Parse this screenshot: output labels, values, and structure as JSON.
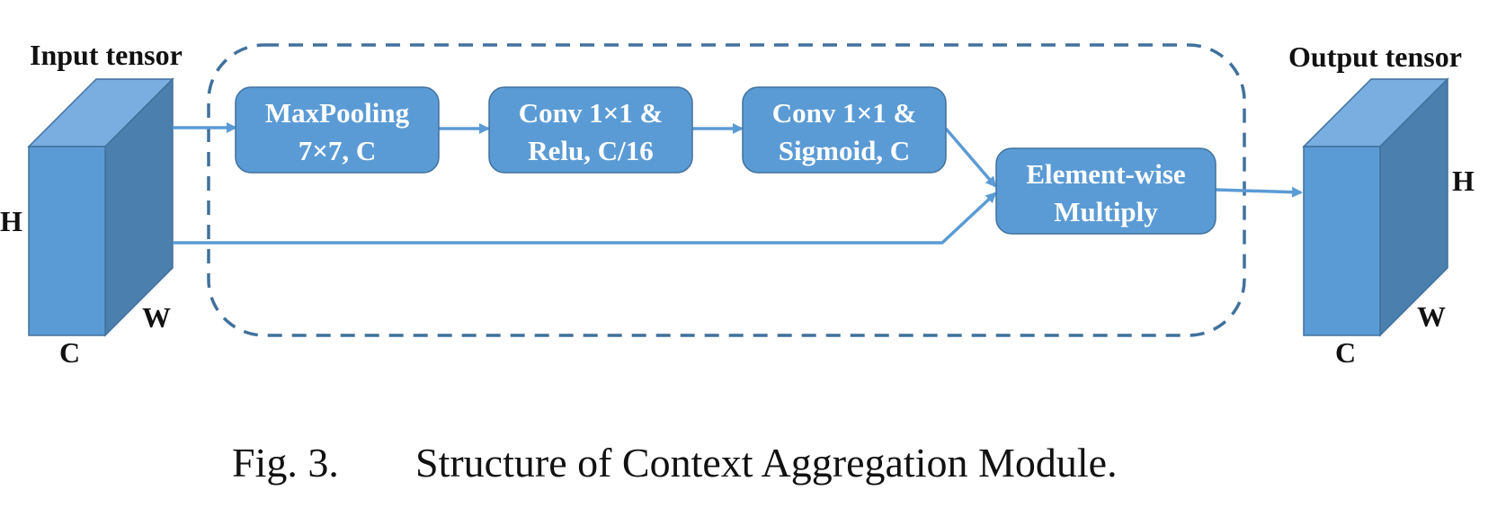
{
  "colors": {
    "box_fill": "#5b9bd5",
    "box_stroke": "#41719c",
    "arrow": "#5b9bd5",
    "dashed_frame": "#41719c",
    "cube_front": "#5b9bd5",
    "cube_top": "#7aaee0",
    "cube_side": "#4a7fae"
  },
  "input": {
    "title": "Input tensor",
    "h": "H",
    "w": "W",
    "c": "C"
  },
  "output": {
    "title": "Output tensor",
    "h": "H",
    "w": "W",
    "c": "C"
  },
  "boxes": {
    "maxpool": {
      "line1": "MaxPooling",
      "line2": "7×7, C"
    },
    "conv_relu": {
      "line1": "Conv 1×1 &",
      "line2": "Relu, C/16"
    },
    "conv_sigmoid": {
      "line1": "Conv 1×1 &",
      "line2": "Sigmoid, C"
    },
    "multiply": {
      "line1": "Element-wise",
      "line2": "Multiply"
    }
  },
  "caption": {
    "fig": "Fig. 3.",
    "text": "Structure of Context Aggregation Module."
  }
}
